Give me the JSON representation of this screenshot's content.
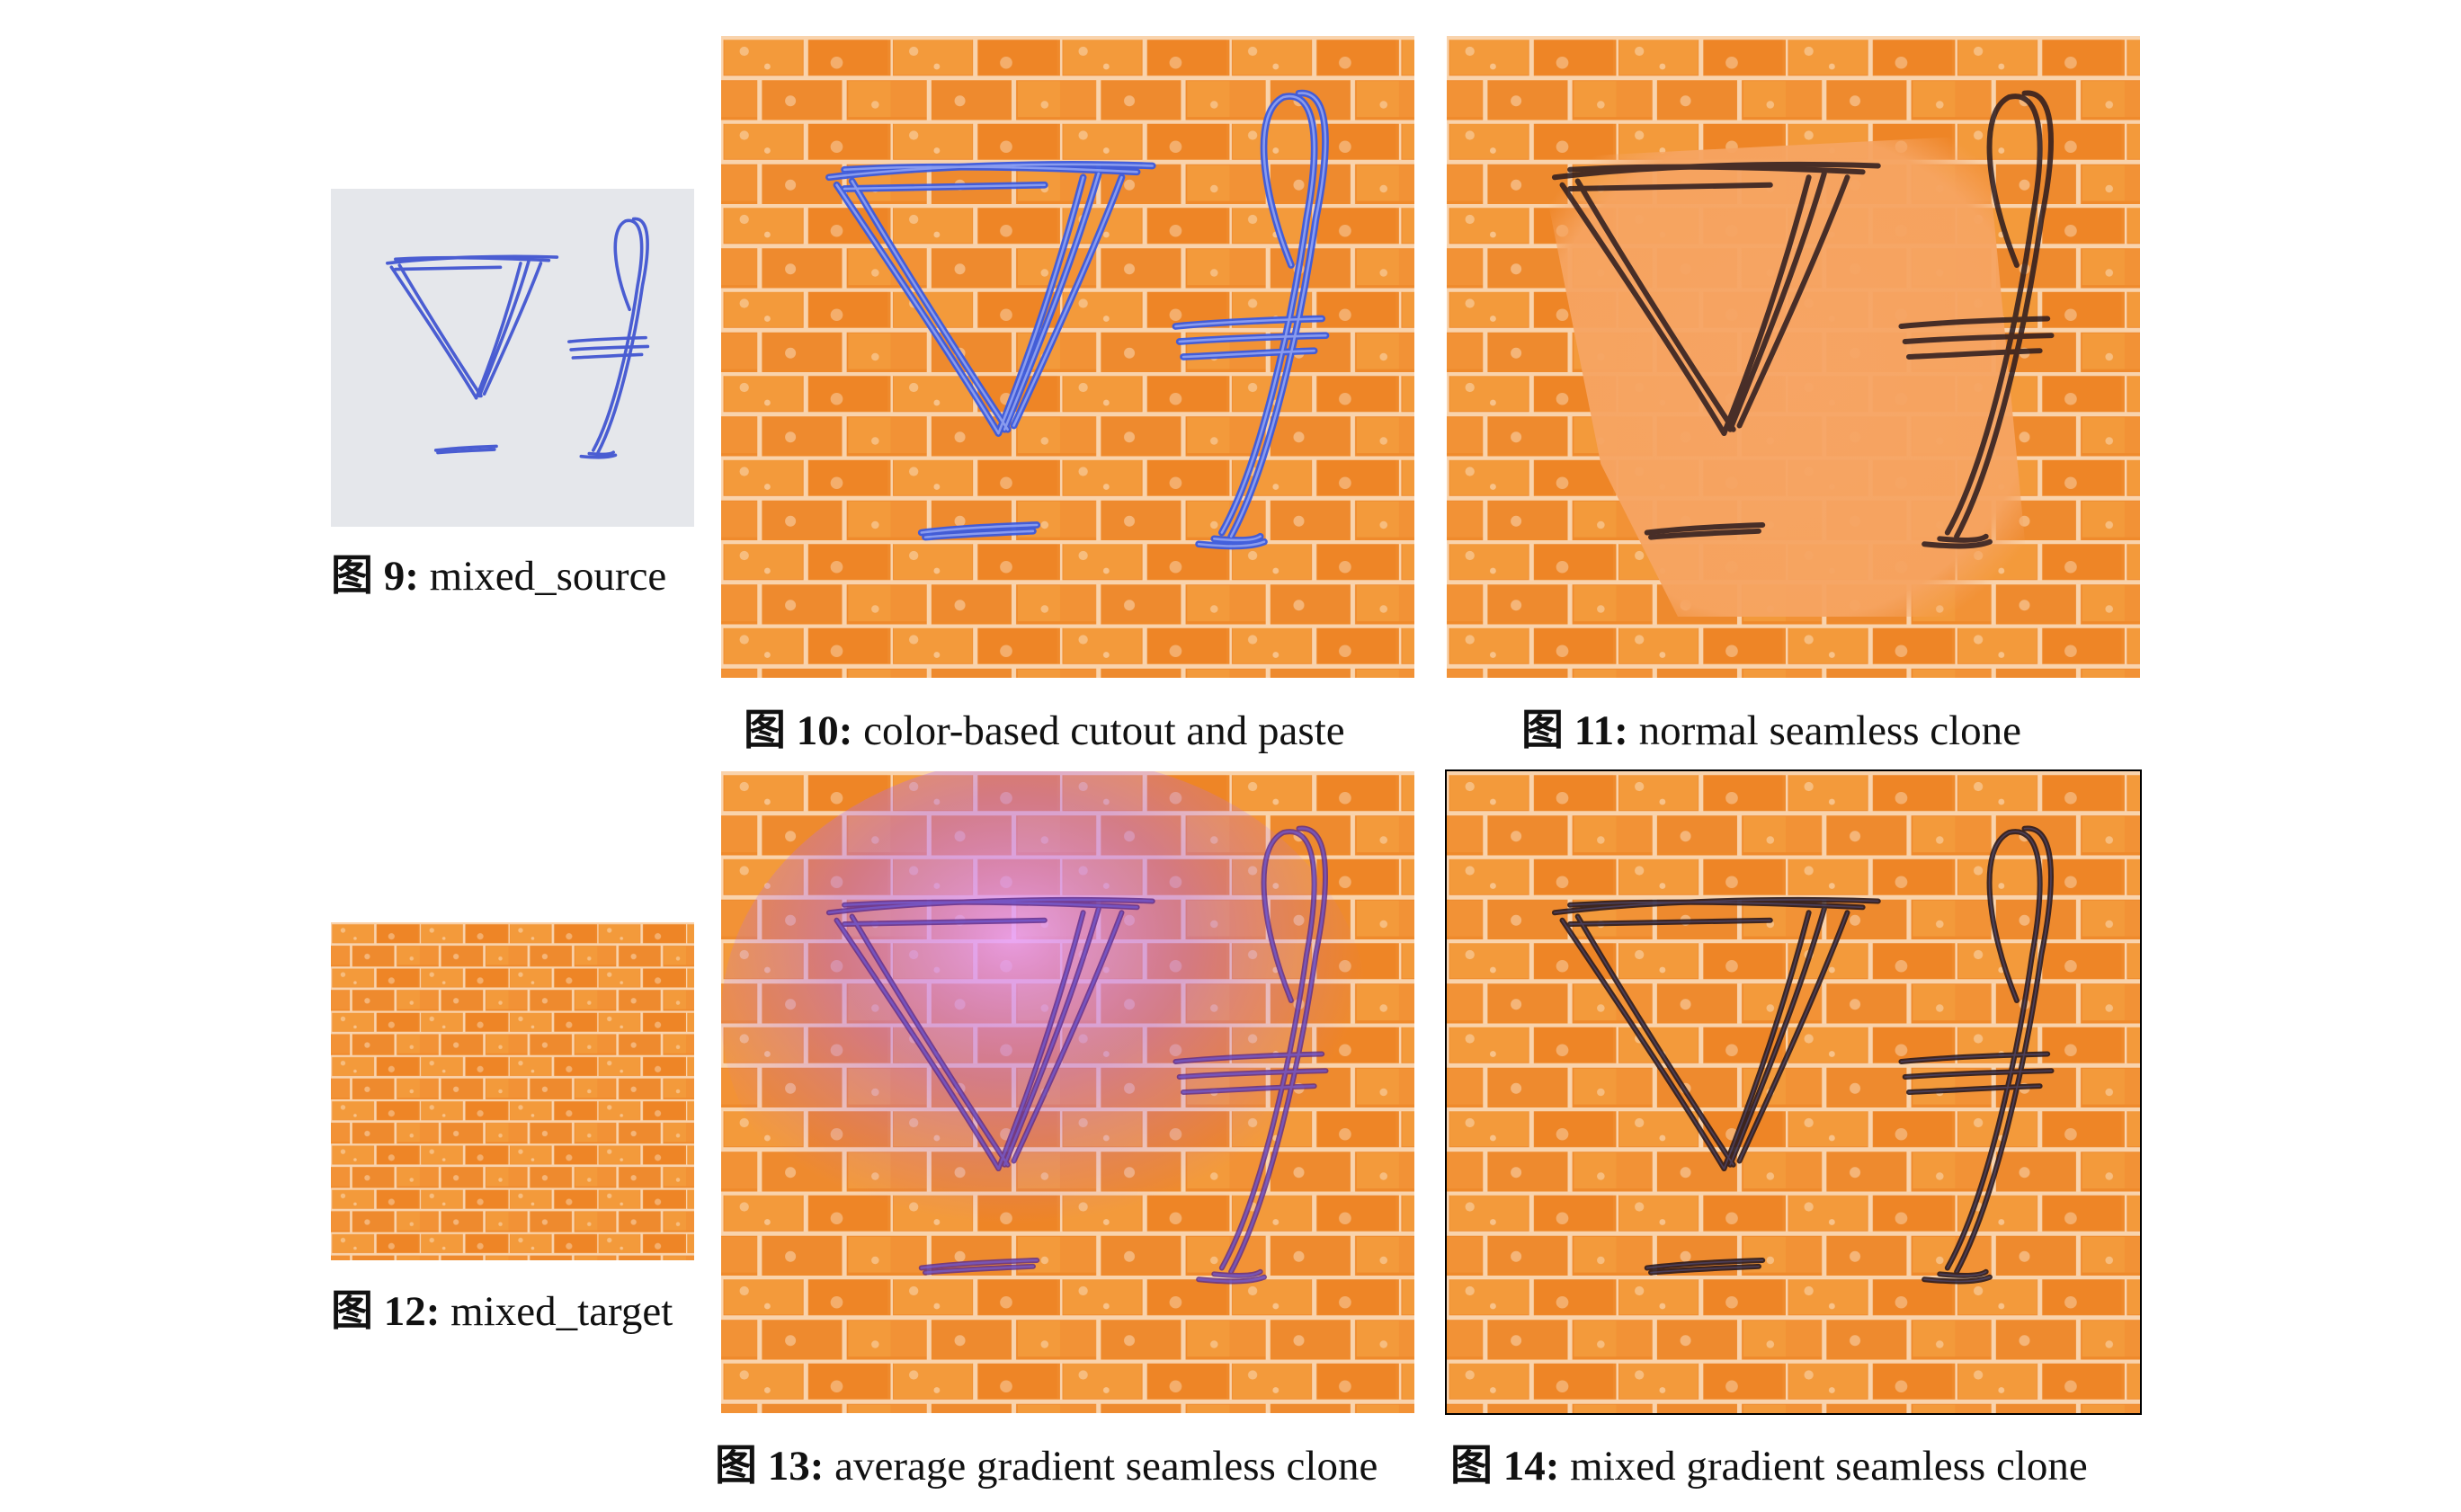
{
  "figures": [
    {
      "id": "9",
      "label": "图 9:",
      "text": "mixed_source"
    },
    {
      "id": "10",
      "label": "图 10:",
      "text": "color-based cutout and paste"
    },
    {
      "id": "11",
      "label": "图 11:",
      "text": "normal seamless clone"
    },
    {
      "id": "12",
      "label": "图 12:",
      "text": "mixed_target"
    },
    {
      "id": "13",
      "label": "图 13:",
      "text": "average gradient seamless clone"
    },
    {
      "id": "14",
      "label": "图 14:",
      "text": "mixed gradient seamless clone"
    }
  ],
  "colors": {
    "brick_orange": "#f08a2a",
    "brick_light": "#f6b067",
    "mortar": "#fbe3c8",
    "paper": "#e9ebee",
    "ink_blue": "#3a4fd0",
    "ink_dark": "#2a1a1e",
    "glow_purple": "#c070ff"
  }
}
